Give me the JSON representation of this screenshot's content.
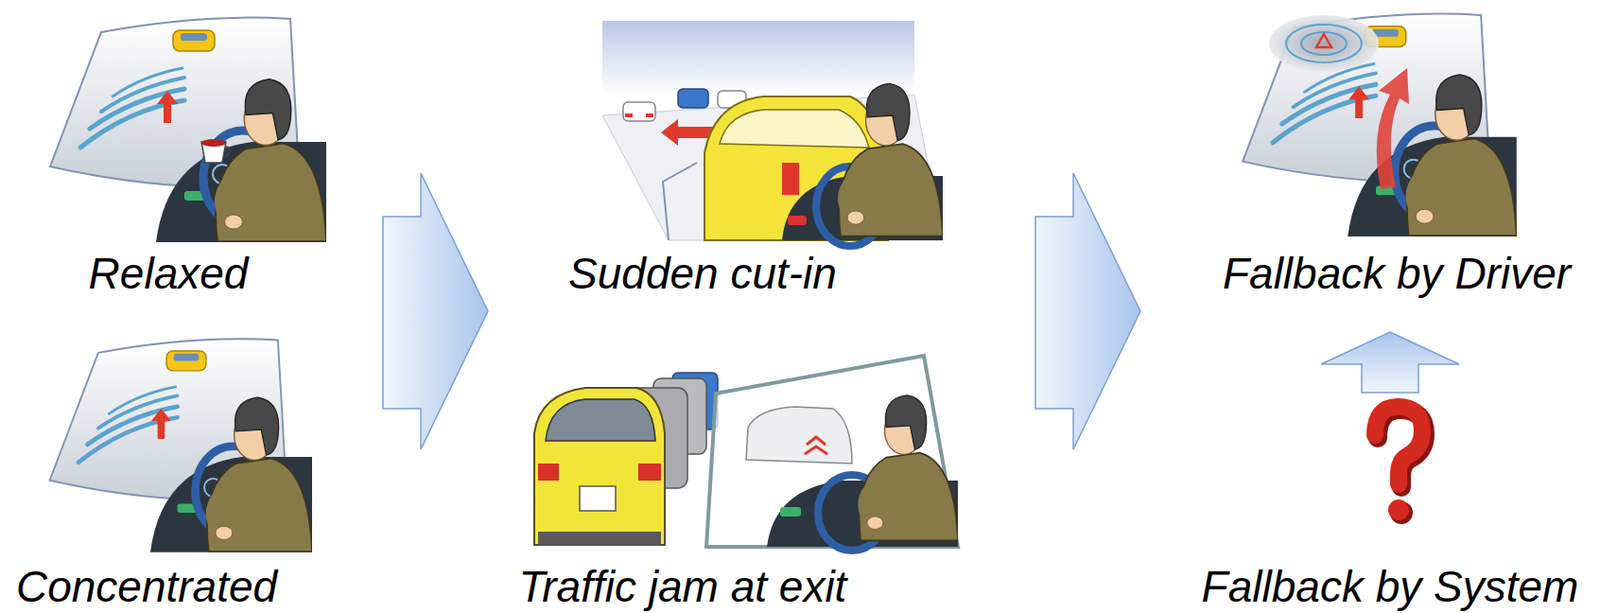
{
  "diagram": {
    "labels": [
      "Relaxed",
      "Concentrated",
      "Sudden cut-in",
      "Traffic jam at exit",
      "Fallback by Driver",
      "Fallback by System"
    ]
  }
}
